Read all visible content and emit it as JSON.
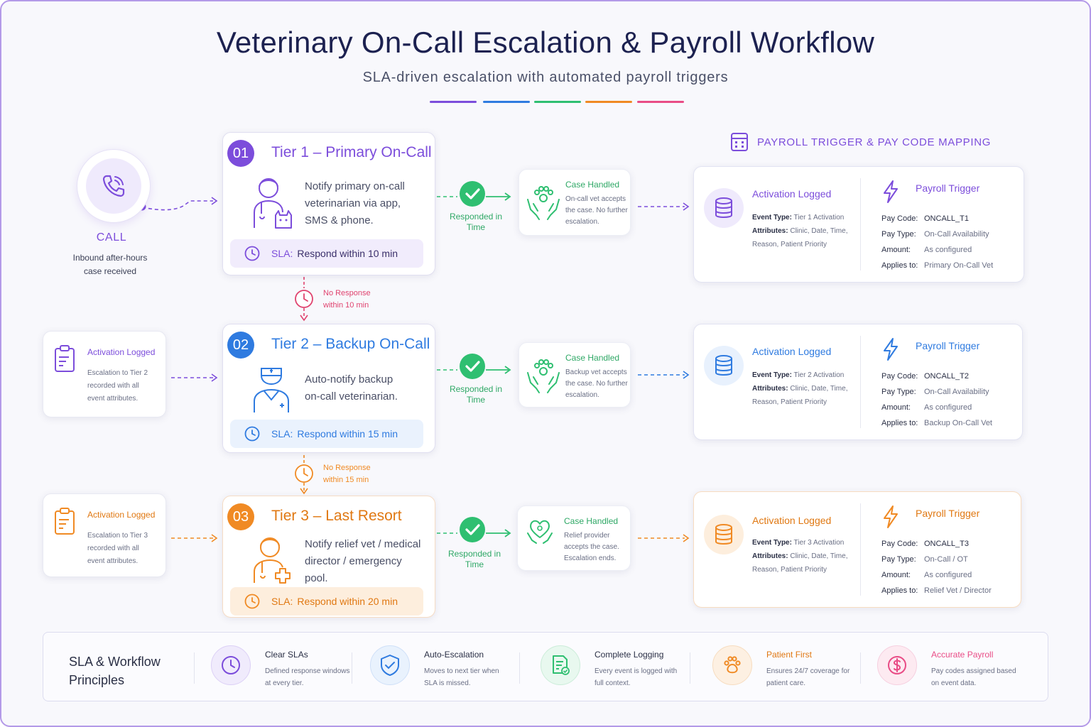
{
  "header": {
    "title": "Veterinary On-Call Escalation & Payroll Workflow",
    "subtitle": "SLA-driven escalation with automated payroll triggers",
    "stripe_colors": [
      "#7c4ddb",
      "#2f7be0",
      "#2fbf71",
      "#f08a24",
      "#e94c86"
    ]
  },
  "call": {
    "icon": "phone-ringing-icon",
    "label": "CALL",
    "desc": "Inbound after-hours case received"
  },
  "payroll_heading": {
    "icon": "calculator-icon",
    "text": "PAYROLL TRIGGER & PAY CODE MAPPING"
  },
  "tiers": [
    {
      "badge": "01",
      "title": "Tier 1 – Primary On-Call",
      "color": "#7c4ddb",
      "desc": "Notify primary on-call veterinarian via app, SMS & phone.",
      "icon": "vet-with-cat-icon",
      "sla_prefix": "SLA:",
      "sla_text": "Respond within 10 min",
      "responded": "Responded in Time",
      "handled_title": "Case Handled",
      "handled_desc": "On-call vet accepts the case. No further escalation.",
      "handled_icon": "paw-hands-icon",
      "activation": {
        "title": "Activation Logged",
        "event_type_label": "Event Type:",
        "event_type": "Tier 1 Activation",
        "attributes_label": "Attributes:",
        "attributes": "Clinic, Date, Time, Reason, Patient Priority"
      },
      "trigger": {
        "title": "Payroll Trigger",
        "pay_code_label": "Pay Code:",
        "pay_code": "ONCALL_T1",
        "pay_type_label": "Pay Type:",
        "pay_type": "On-Call Availability",
        "amount_label": "Amount:",
        "amount": "As configured",
        "applies_label": "Applies to:",
        "applies": "Primary On-Call Vet"
      }
    },
    {
      "badge": "02",
      "title": "Tier 2 – Backup On-Call",
      "color": "#2f7be0",
      "desc": "Auto-notify backup on-call veterinarian.",
      "icon": "nurse-vet-icon",
      "sla_prefix": "SLA:",
      "sla_text": "Respond within 15 min",
      "responded": "Responded in Time",
      "handled_title": "Case Handled",
      "handled_desc": "Backup vet accepts the case. No further escalation.",
      "handled_icon": "paw-hands-icon",
      "activation": {
        "title": "Activation Logged",
        "event_type_label": "Event Type:",
        "event_type": "Tier 2 Activation",
        "attributes_label": "Attributes:",
        "attributes": "Clinic, Date, Time, Reason, Patient Priority"
      },
      "trigger": {
        "title": "Payroll Trigger",
        "pay_code_label": "Pay Code:",
        "pay_code": "ONCALL_T2",
        "pay_type_label": "Pay Type:",
        "pay_type": "On-Call Availability",
        "amount_label": "Amount:",
        "amount": "As configured",
        "applies_label": "Applies to:",
        "applies": "Backup On-Call Vet"
      },
      "side": {
        "title": "Activation Logged",
        "desc": "Escalation to Tier 2 recorded with all event attributes.",
        "icon": "clipboard-icon"
      }
    },
    {
      "badge": "03",
      "title": "Tier 3 – Last Resort",
      "color": "#f08a24",
      "desc": "Notify relief vet / medical director / emergency pool.",
      "icon": "medic-with-cross-icon",
      "sla_prefix": "SLA:",
      "sla_text": "Respond within 20 min",
      "responded": "Responded in Time",
      "handled_title": "Case Handled",
      "handled_desc": "Relief provider accepts the case. Escalation ends.",
      "handled_icon": "heart-hands-icon",
      "activation": {
        "title": "Activation Logged",
        "event_type_label": "Event Type:",
        "event_type": "Tier 3 Activation",
        "attributes_label": "Attributes:",
        "attributes": "Clinic, Date, Time, Reason, Patient Priority"
      },
      "trigger": {
        "title": "Payroll Trigger",
        "pay_code_label": "Pay Code:",
        "pay_code": "ONCALL_T3",
        "pay_type_label": "Pay Type:",
        "pay_type": "On-Call / OT",
        "amount_label": "Amount:",
        "amount": "As configured",
        "applies_label": "Applies to:",
        "applies": "Relief Vet / Director"
      },
      "side": {
        "title": "Activation Logged",
        "desc": "Escalation to Tier 3 recorded with all event attributes.",
        "icon": "clipboard-icon"
      }
    }
  ],
  "no_response": [
    {
      "line1": "No Response",
      "line2": "within 10 min",
      "color": "#e0436f"
    },
    {
      "line1": "No Response",
      "line2": "within 15 min",
      "color": "#f08a24"
    }
  ],
  "principles": {
    "heading": "SLA & Workflow Principles",
    "items": [
      {
        "title": "Clear SLAs",
        "desc": "Defined response windows at every tier.",
        "icon": "clock-icon",
        "color": "#7c4ddb"
      },
      {
        "title": "Auto-Escalation",
        "desc": "Moves to next tier when SLA is missed.",
        "icon": "shield-check-icon",
        "color": "#2f7be0"
      },
      {
        "title": "Complete Logging",
        "desc": "Every event is logged with full context.",
        "icon": "document-check-icon",
        "color": "#2fbf71"
      },
      {
        "title": "Patient First",
        "desc": "Ensures 24/7 coverage for patient care.",
        "icon": "paw-icon",
        "color": "#f08a24"
      },
      {
        "title": "Accurate Payroll",
        "desc": "Pay codes assigned based on event data.",
        "icon": "dollar-icon",
        "color": "#e94c86"
      }
    ]
  }
}
